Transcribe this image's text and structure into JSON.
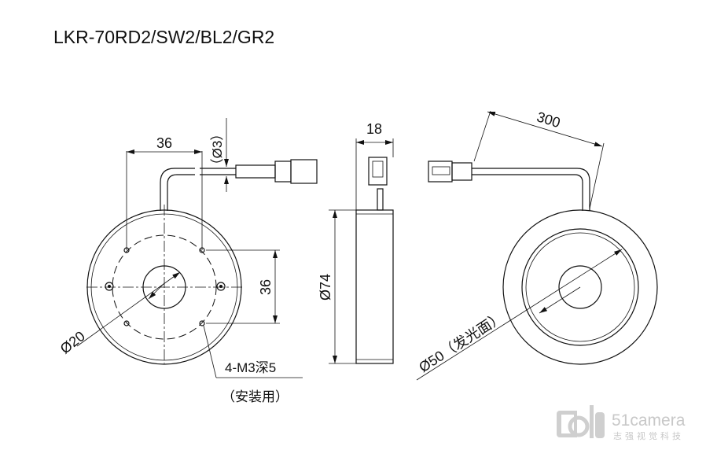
{
  "title": "LKR-70RD2/SW2/BL2/GR2",
  "front_view": {
    "dim_hole_spacing_h": "36",
    "dim_hole_spacing_v": "36",
    "dim_cable_dia": "（Ø3）",
    "dim_center_hole": "Ø20",
    "thread_note": "4-M3深5",
    "thread_note_sub": "（安装用）"
  },
  "side_view": {
    "dim_thickness": "18",
    "dim_outer_dia": "Ø74"
  },
  "back_view": {
    "dim_cable_length": "300",
    "dim_emitting_dia": "Ø50（发光面）"
  },
  "watermark": {
    "brand": "51camera",
    "tagline": "志强视觉科技"
  }
}
